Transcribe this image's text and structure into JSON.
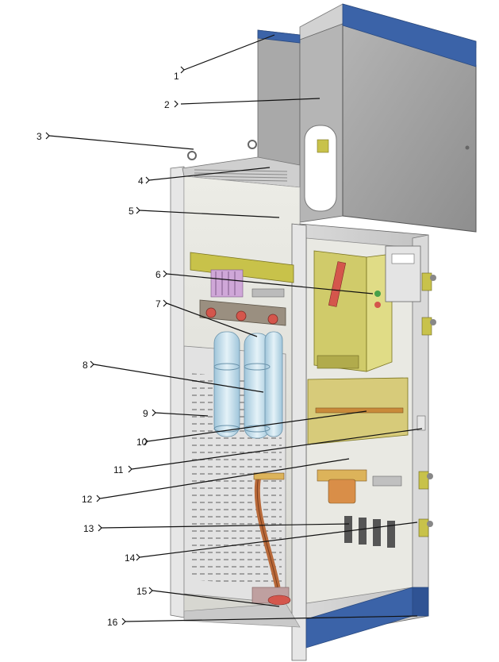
{
  "figure": {
    "callouts": [
      {
        "id": "1",
        "label": "1"
      },
      {
        "id": "2",
        "label": "2"
      },
      {
        "id": "3",
        "label": "3"
      },
      {
        "id": "4",
        "label": "4"
      },
      {
        "id": "5",
        "label": "5"
      },
      {
        "id": "6",
        "label": "6"
      },
      {
        "id": "7",
        "label": "7"
      },
      {
        "id": "8",
        "label": "8"
      },
      {
        "id": "9",
        "label": "9"
      },
      {
        "id": "10",
        "label": "10"
      },
      {
        "id": "11",
        "label": "11"
      },
      {
        "id": "12",
        "label": "12"
      },
      {
        "id": "13",
        "label": "13"
      },
      {
        "id": "14",
        "label": "14"
      },
      {
        "id": "15",
        "label": "15"
      },
      {
        "id": "16",
        "label": "16"
      }
    ]
  },
  "colors": {
    "panel_gray": "#9d9d9d",
    "panel_blue": "#3b63a8",
    "frame_light": "#e6e6e6",
    "interior": "#d8d8d8",
    "breaker_yellow": "#c8c24a",
    "busbar_copper": "#c98a3a",
    "insulator_blue": "#b8d8e8",
    "leader_line": "#111111"
  }
}
